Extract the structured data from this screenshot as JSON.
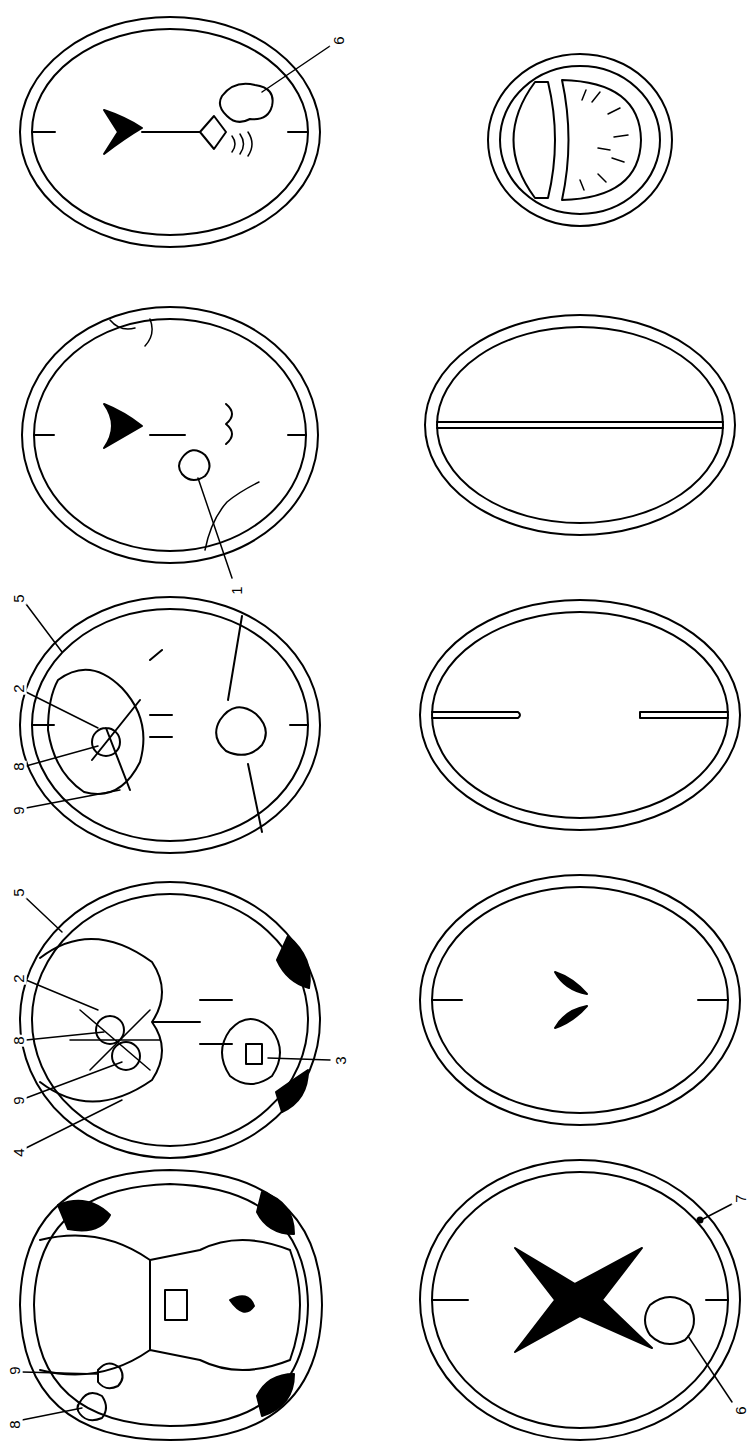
{
  "diagram": {
    "labels": [
      "6",
      "1",
      "5",
      "2",
      "8",
      "9",
      "3",
      "5",
      "2",
      "8",
      "9",
      "4",
      "8",
      "9",
      "7",
      "6"
    ]
  }
}
